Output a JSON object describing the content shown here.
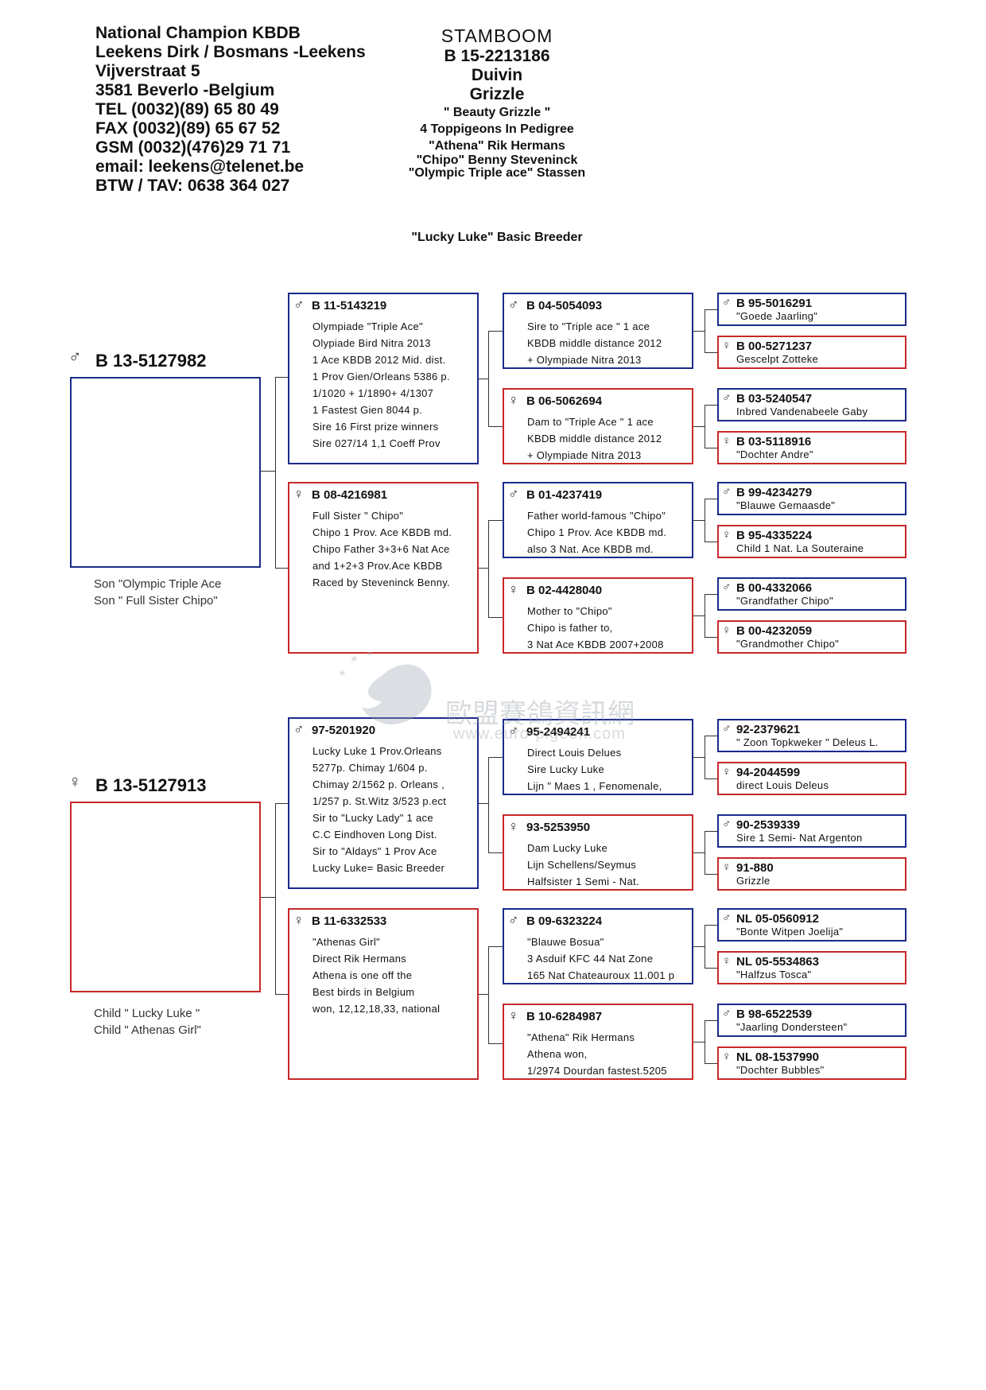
{
  "header": {
    "left": [
      "National Champion KBDB",
      "Leekens Dirk /  Bosmans -Leekens",
      "Vijverstraat 5",
      "3581 Beverlo -Belgium",
      "TEL (0032)(89) 65 80 49",
      "FAX (0032)(89) 65 67 52",
      "GSM (0032)(476)29 71 71",
      "email: leekens@telenet.be",
      "BTW / TAV: 0638 364 027"
    ],
    "center_title": "STAMBOOM",
    "center_bold": [
      "B 15-2213186",
      "Duivin",
      "Grizzle"
    ],
    "center_lines": [
      "\" Beauty Grizzle \"",
      "4 Toppigeons In Pedigree",
      "\"Athena\" Rik Hermans",
      "\"Chipo\" Benny Steveninck",
      "\"Olympic Triple ace\" Stassen"
    ],
    "basic_breeder": "\"Lucky Luke\" Basic Breeder"
  },
  "parents": {
    "sire": {
      "symbol": "♂",
      "id": "B 13-5127982",
      "captions": [
        "Son \"Olympic Triple Ace",
        "Son \" Full Sister Chipo\""
      ]
    },
    "dam": {
      "symbol": "♀",
      "id": "B 13-5127913",
      "captions": [
        "Child \" Lucky Luke \"",
        "Child \" Athenas Girl\""
      ]
    }
  },
  "gen2": [
    {
      "symbol": "♂",
      "id": "B 11-5143219",
      "lines": [
        "Olympiade \"Triple Ace\"",
        "Olypiade Bird Nitra 2013",
        "1 Ace KBDB  2012  Mid. dist.",
        "1 Prov Gien/Orleans 5386 p.",
        "1/1020 + 1/1890+ 4/1307",
        "1 Fastest Gien 8044 p.",
        "Sire 16 First prize winners",
        "Sire  027/14  1,1 Coeff Prov"
      ]
    },
    {
      "symbol": "♀",
      "id": "B 08-4216981",
      "lines": [
        "Full Sister \" Chipo\"",
        "Chipo 1 Prov. Ace KBDB md.",
        "Chipo Father 3+3+6 Nat Ace",
        "and 1+2+3 Prov.Ace KBDB",
        "Raced by Steveninck Benny."
      ]
    },
    {
      "symbol": "♂",
      "id": "97-5201920",
      "lines": [
        "Lucky Luke 1 Prov.Orleans",
        "5277p. Chimay 1/604 p.",
        "Chimay 2/1562 p. Orleans ,",
        "1/257 p. St.Witz 3/523 p.ect",
        "Sir to \"Lucky Lady\" 1 ace",
        "C.C Eindhoven Long Dist.",
        "Sir to \"Aldays\" 1 Prov Ace",
        "Lucky Luke= Basic Breeder"
      ]
    },
    {
      "symbol": "♀",
      "id": "B 11-6332533",
      "lines": [
        "\"Athenas Girl\"",
        "Direct Rik Hermans",
        "Athena  is one off the",
        "Best birds in Belgium",
        "won, 12,12,18,33, national"
      ]
    }
  ],
  "gen3": [
    {
      "symbol": "♂",
      "id": "B 04-5054093",
      "lines": [
        "Sire to \"Triple ace \" 1 ace",
        "KBDB middle distance 2012",
        "+ Olympiade Nitra 2013"
      ]
    },
    {
      "symbol": "♀",
      "id": "B 06-5062694",
      "lines": [
        "Dam to \"Triple Ace \" 1 ace",
        "KBDB middle distance 2012",
        "+ Olympiade Nitra 2013"
      ]
    },
    {
      "symbol": "♂",
      "id": "B 01-4237419",
      "lines": [
        "Father world-famous \"Chipo\"",
        "Chipo  1 Prov. Ace KBDB md.",
        "also 3 Nat. Ace KBDB md."
      ]
    },
    {
      "symbol": "♀",
      "id": "B 02-4428040",
      "lines": [
        "Mother to \"Chipo\"",
        "Chipo is father to,",
        "3 Nat Ace KBDB 2007+2008"
      ]
    },
    {
      "symbol": "♂",
      "id": "95-2494241",
      "lines": [
        "Direct Louis Delues",
        "Sire Lucky Luke",
        "Lijn \" Maes 1 , Fenomenale,"
      ]
    },
    {
      "symbol": "♀",
      "id": "93-5253950",
      "lines": [
        "Dam Lucky Luke",
        "Lijn Schellens/Seymus",
        "Halfsister 1 Semi - Nat."
      ]
    },
    {
      "symbol": "♂",
      "id": "B 09-6323224",
      "lines": [
        "\"Blauwe Bosua\"",
        "3 Asduif KFC  44 Nat Zone",
        "165 Nat Chateauroux 11.001 p"
      ]
    },
    {
      "symbol": "♀",
      "id": "B 10-6284987",
      "lines": [
        "\"Athena\" Rik Hermans",
        "Athena won,",
        "1/2974 Dourdan fastest.5205"
      ]
    }
  ],
  "gen4": [
    {
      "symbol": "♂",
      "id": "B 95-5016291",
      "line": "\"Goede Jaarling\""
    },
    {
      "symbol": "♀",
      "id": "B 00-5271237",
      "line": "Gescelpt Zotteke"
    },
    {
      "symbol": "♂",
      "id": "B 03-5240547",
      "line": "Inbred Vandenabeele Gaby"
    },
    {
      "symbol": "♀",
      "id": "B 03-5118916",
      "line": "\"Dochter Andre\""
    },
    {
      "symbol": "♂",
      "id": "B 99-4234279",
      "line": "\"Blauwe Gemaasde\""
    },
    {
      "symbol": "♀",
      "id": "B 95-4335224",
      "line": "Child 1  Nat. La Souteraine"
    },
    {
      "symbol": "♂",
      "id": "B 00-4332066",
      "line": "\"Grandfather Chipo\""
    },
    {
      "symbol": "♀",
      "id": "B 00-4232059",
      "line": "\"Grandmother Chipo\""
    },
    {
      "symbol": "♂",
      "id": "92-2379621",
      "line": "\" Zoon Topkweker \" Deleus L."
    },
    {
      "symbol": "♀",
      "id": "94-2044599",
      "line": "direct Louis Deleus"
    },
    {
      "symbol": "♂",
      "id": "90-2539339",
      "line": "Sire 1 Semi- Nat Argenton"
    },
    {
      "symbol": "♀",
      "id": "91-880",
      "line": "Grizzle"
    },
    {
      "symbol": "♂",
      "id": "NL 05-0560912",
      "line": "\"Bonte Witpen Joelija\""
    },
    {
      "symbol": "♀",
      "id": "NL 05-5534863",
      "line": "\"Halfzus Tosca\""
    },
    {
      "symbol": "♂",
      "id": "B 98-6522539",
      "line": "\"Jaarling Dondersteen\""
    },
    {
      "symbol": "♀",
      "id": "NL 08-1537990",
      "line": "\"Dochter Bubbles\""
    }
  ],
  "watermark": {
    "cn": "歐盟賽鴿資訊網",
    "url": "www.euro-pigeon.com"
  }
}
